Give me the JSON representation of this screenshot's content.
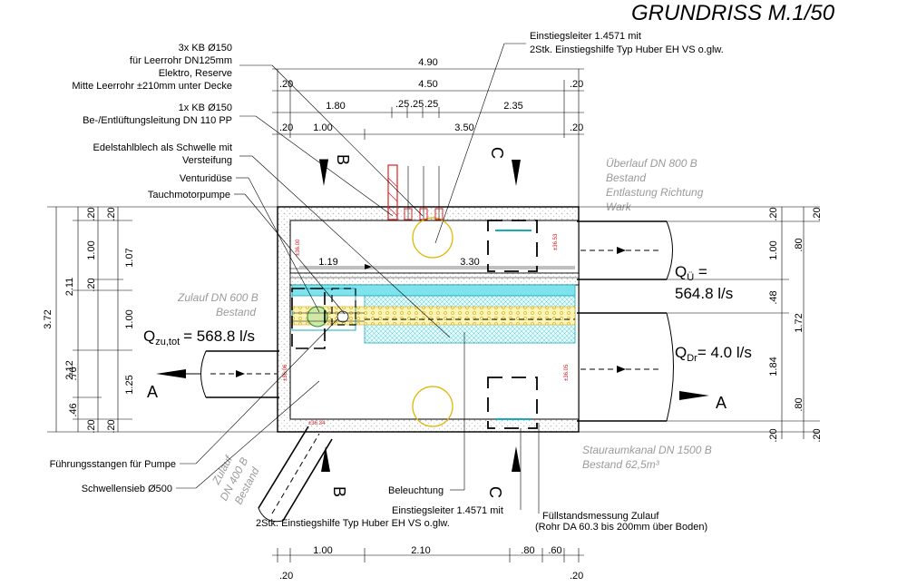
{
  "title": "GRUNDRISS M.1/50",
  "callouts": {
    "kb150_lines": [
      "3x KB Ø150",
      "für Leerrohr DN125mm",
      "Elektro, Reserve",
      "Mitte Leerrohr ±210mm unter Decke"
    ],
    "kb150_vent": [
      "1x KB Ø150",
      "Be-/Entlüftungsleitung DN 110 PP"
    ],
    "edelstahl": [
      "Edelstahlblech als Schwelle mit",
      "Versteifung"
    ],
    "venturi": "Venturidüse",
    "pumpe": "Tauchmotorpumpe",
    "leiter_top": [
      "Einstiegsleiter 1.4571 mit",
      "2Stk. Einstiegshilfe  Typ Huber EH VS o.glw."
    ],
    "fuehrung": "Führungsstangen für Pumpe",
    "sieb": "Schwellensieb Ø500",
    "beleuchtung": "Beleuchtung",
    "leiter_bottom": [
      "Einstiegsleiter 1.4571 mit",
      "2Stk. Einstiegshilfe  Typ Huber EH VS o.glw."
    ],
    "fuell": [
      "Füllstandsmessung Zulauf",
      "(Rohr DA 60.3 bis 200mm über Boden)"
    ]
  },
  "gray_labels": {
    "ueberlauf": [
      "Überlauf DN 800 B",
      "Bestand",
      "Entlastung Richtung",
      "Wark"
    ],
    "zulauf600": [
      "Zulauf DN 600 B",
      "Bestand"
    ],
    "zulauf400": [
      "Zulauf",
      "DN 400 B",
      "Bestand"
    ],
    "stauraum": [
      "Stauraumkanal DN 1500 B",
      "Bestand 62,5m³"
    ]
  },
  "flows": {
    "qzu_main": "Q",
    "qzu_sub": "zu,tot",
    "qzu_val": "= 568.8 l/s",
    "qu_main": "Q",
    "qu_sub": "Ü",
    "qu_val": " =",
    "qu_val2": "564.8 l/s",
    "qdr_main": "Q",
    "qdr_sub": "Dr",
    "qdr_val": "= 4.0 l/s"
  },
  "sections": {
    "a": "A",
    "b": "B",
    "c": "C"
  },
  "dims_top": {
    "total": "4.90",
    "inner": "4.50",
    "wall": ".20",
    "row2": [
      "1.80",
      ".25",
      ".25",
      ".25",
      "2.35"
    ],
    "row3": [
      "1.00",
      "3.50"
    ],
    "inside": [
      "1.19",
      "3.30"
    ]
  },
  "dims_bottom": {
    "row": [
      "1.00",
      "2.10",
      ".80",
      ".60"
    ],
    "wall": ".20"
  },
  "dims_left": {
    "total": "3.72",
    "col2": [
      "2.11",
      "2.12"
    ],
    "col3": [
      ".20",
      "1.00",
      ".20",
      ".76",
      ".46",
      ".20"
    ],
    "col4": [
      ".20",
      "1.07",
      "1.00",
      "1.25",
      ".20"
    ]
  },
  "dims_right": {
    "col1": [
      ".20",
      "1.00",
      ".48",
      "1.72",
      "1.84",
      ".80",
      ".20"
    ],
    "col2": [
      ".20",
      ".80",
      ".20"
    ]
  },
  "levels": [
    "±36.53",
    "±36.05",
    "±36.34",
    "±36.06",
    "±36.00"
  ]
}
